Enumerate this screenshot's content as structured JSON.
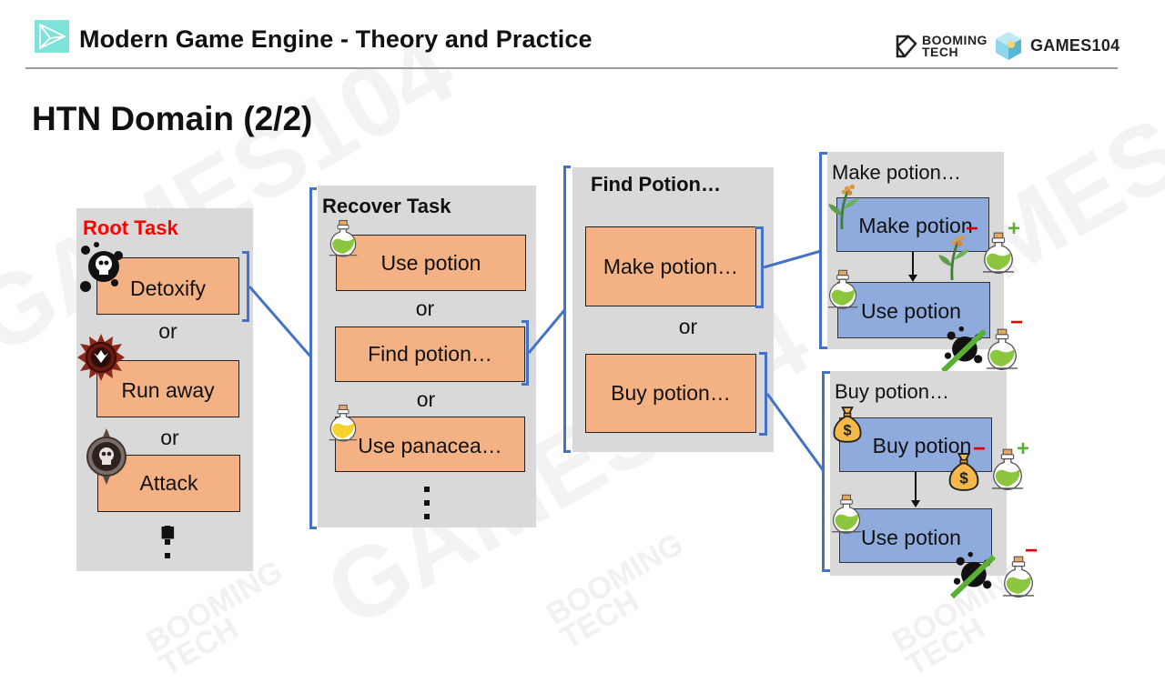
{
  "header": {
    "title": "Modern Game Engine - Theory and Practice",
    "booming_tech": [
      "BOOMING",
      "TECH"
    ],
    "games104": "GAMES104"
  },
  "page_title": "HTN Domain (2/2)",
  "watermarks": {
    "games": "GAMES104",
    "booming": [
      "BOOMING",
      "TECH"
    ]
  },
  "root_task": {
    "title": "Root Task",
    "title_color": "#ff0000",
    "options": [
      {
        "label": "Detoxify",
        "icon": "poison-skull-icon"
      },
      {
        "label": "Run away",
        "icon": "flee-emblem-icon"
      },
      {
        "label": "Attack",
        "icon": "skull-badge-icon"
      }
    ],
    "separator": "or",
    "more": "⋮"
  },
  "recover_task": {
    "title": "Recover Task",
    "options": [
      {
        "label": "Use potion",
        "icon": "green-potion-icon"
      },
      {
        "label": "Find potion…",
        "icon": ""
      },
      {
        "label": "Use panacea…",
        "icon": "yellow-potion-icon"
      }
    ],
    "separator": "or",
    "more": "⋮"
  },
  "find_potion": {
    "title": "Find Potion…",
    "options": [
      {
        "label": "Make potion…"
      },
      {
        "label": "Buy potion…"
      }
    ],
    "separator": "or"
  },
  "make_potion": {
    "title": "Make potion…",
    "steps": [
      {
        "label": "Make potion",
        "icon": "herb-icon",
        "effects": [
          {
            "item": "herb-icon",
            "sign": "−"
          },
          {
            "item": "green-potion-icon",
            "sign": "+"
          }
        ]
      },
      {
        "label": "Use potion",
        "icon": "green-potion-icon",
        "effects": [
          {
            "item": "poison-removed-icon",
            "sign": ""
          },
          {
            "item": "green-potion-icon",
            "sign": "−"
          }
        ]
      }
    ]
  },
  "buy_potion": {
    "title": "Buy potion…",
    "steps": [
      {
        "label": "Buy potion",
        "icon": "money-bag-icon",
        "effects": [
          {
            "item": "money-bag-icon",
            "sign": "−"
          },
          {
            "item": "green-potion-icon",
            "sign": "+"
          }
        ]
      },
      {
        "label": "Use potion",
        "icon": "green-potion-icon",
        "effects": [
          {
            "item": "poison-removed-icon",
            "sign": ""
          },
          {
            "item": "green-potion-icon",
            "sign": "−"
          }
        ]
      }
    ]
  },
  "colors": {
    "task_fill": "#f4b183",
    "subtask_fill": "#8faadc",
    "panel_fill": "#d9d9d9",
    "bracket": "#4472c4",
    "logo_teal": "#7ee3d9",
    "minus": "#e00000",
    "plus": "#5ab034"
  }
}
